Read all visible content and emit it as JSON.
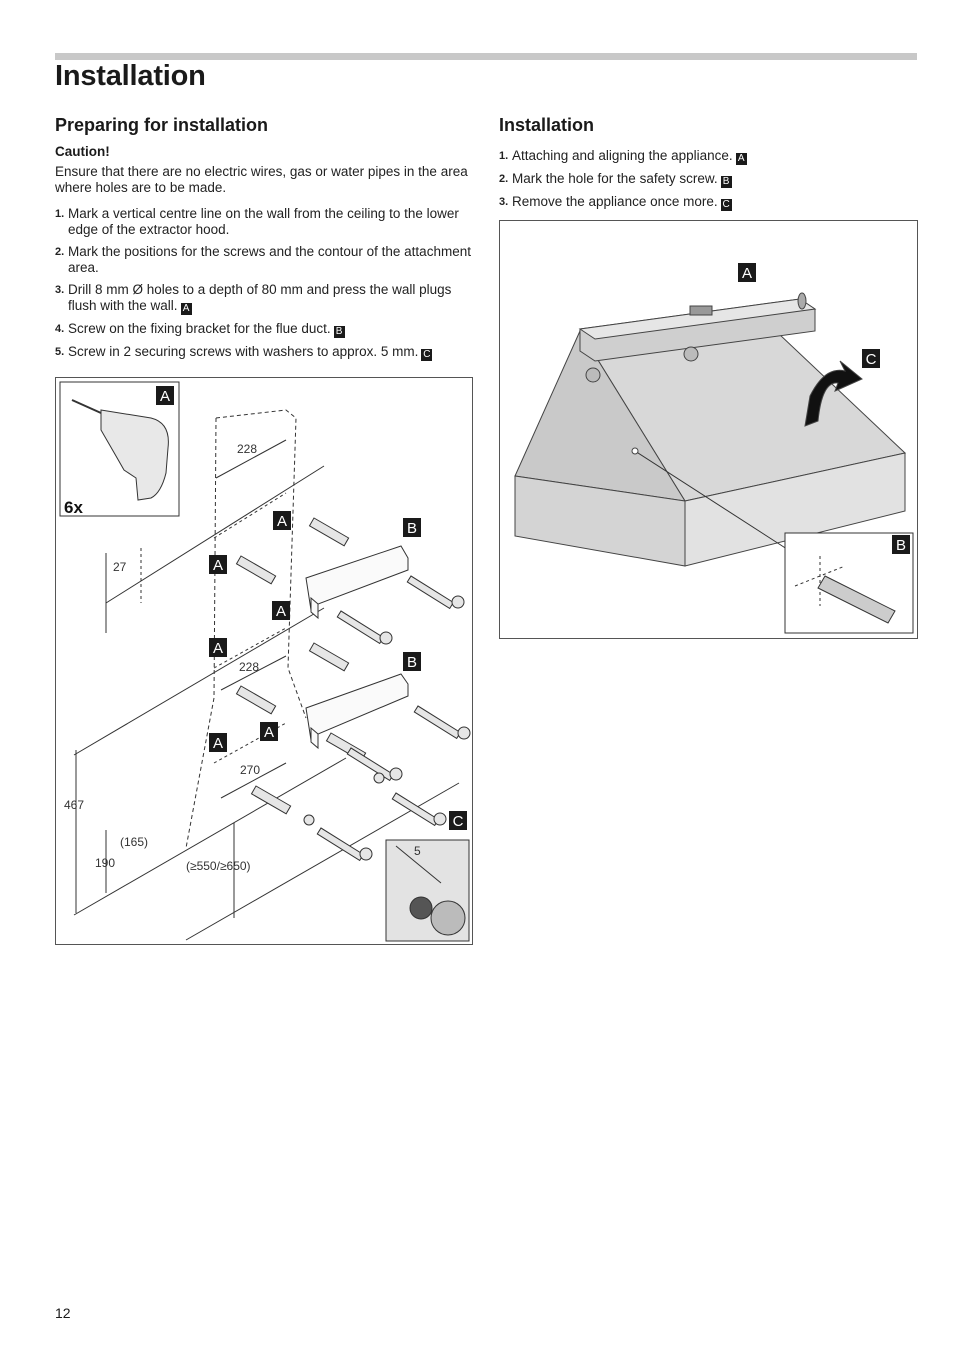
{
  "page": {
    "title": "Installation",
    "page_number": "12"
  },
  "left": {
    "heading": "Preparing for installation",
    "caution_label": "Caution!",
    "caution_text": "Ensure that there are no electric wires, gas or water pipes in the area where holes are to be made.",
    "steps": [
      {
        "num": "1.",
        "text": "Mark a vertical centre line on the wall from the ceiling to the lower edge of the extractor hood.",
        "badge": ""
      },
      {
        "num": "2.",
        "text": "Mark the positions for the screws and the contour of the attachment area.",
        "badge": ""
      },
      {
        "num": "3.",
        "text": "Drill 8 mm Ø holes to a depth of 80 mm and press the wall plugs flush with the wall.",
        "badge": "A"
      },
      {
        "num": "4.",
        "text": "Screw on the fixing bracket for the flue duct.",
        "badge": "B"
      },
      {
        "num": "5.",
        "text": "Screw in 2 securing screws with washers to approx. 5 mm.",
        "badge": "C"
      }
    ]
  },
  "right": {
    "heading": "Installation",
    "steps": [
      {
        "num": "1.",
        "text": "Attaching and aligning the appliance.",
        "badge": "A"
      },
      {
        "num": "2.",
        "text": "Mark the hole for the safety screw.",
        "badge": "B"
      },
      {
        "num": "3.",
        "text": "Remove the appliance once more.",
        "badge": "C"
      }
    ]
  },
  "figure_left": {
    "drill_count": "6x",
    "dims": {
      "d228_top": "228",
      "d27": "27",
      "d228_mid": "228",
      "d270": "270",
      "d467": "467",
      "d165": "(165)",
      "d190": "190",
      "d550": "(≥550/≥650)",
      "d5": "5"
    },
    "labels": {
      "a": "A",
      "b": "B",
      "c": "C"
    }
  },
  "figure_right": {
    "labels": {
      "a": "A",
      "b": "B",
      "c": "C"
    }
  }
}
